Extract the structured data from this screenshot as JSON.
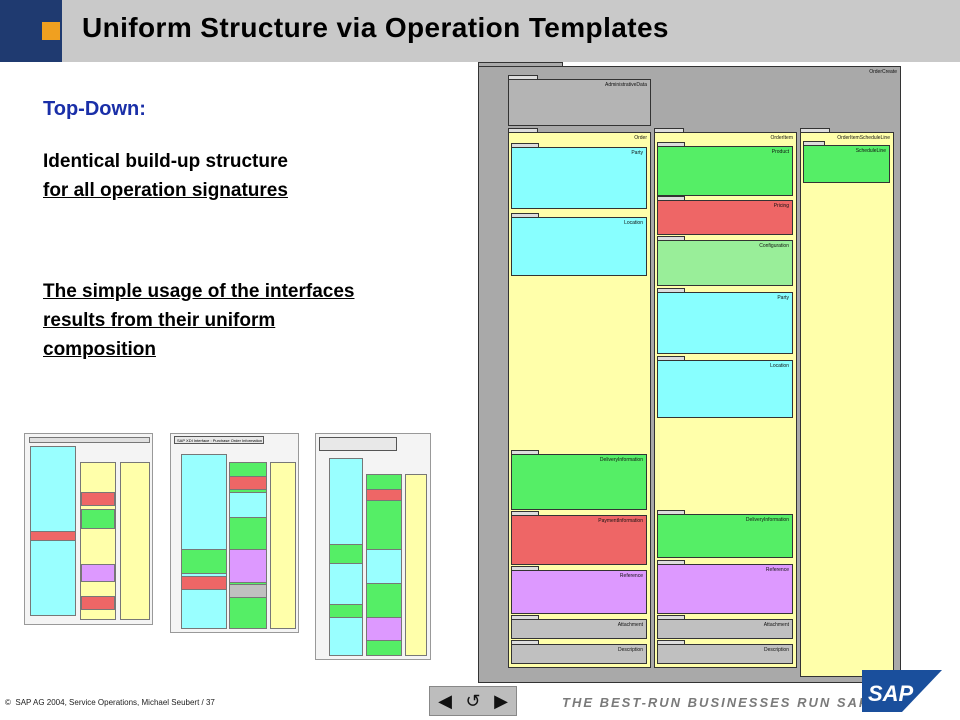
{
  "header": {
    "title": "Uniform Structure via Operation Templates"
  },
  "content": {
    "subtitle": "Top-Down:",
    "bullet1_line1": "Identical build-up structure",
    "bullet1_line2": "for all operation signatures",
    "bullet2_line1": "The simple usage of the interfaces",
    "bullet2_line2": "results from their uniform",
    "bullet2_line3": "composition"
  },
  "diagram": {
    "root_label": "OrderCreate",
    "admin_label": "AdministrativeData",
    "columns": [
      {
        "label": "Order",
        "items": [
          "Party",
          "Location",
          "DeliveryInformation",
          "PaymentInformation",
          "Reference",
          "Attachment",
          "Description"
        ]
      },
      {
        "label": "OrderItem",
        "items": [
          "Product",
          "Pricing",
          "Configuration",
          "Party",
          "Location",
          "DeliveryInformation",
          "Reference",
          "Attachment",
          "Description"
        ]
      },
      {
        "label": "OrderItemScheduleLine",
        "items": [
          "ScheduleLine"
        ]
      }
    ]
  },
  "colors": {
    "cyan": "#88ffff",
    "green": "#55ee66",
    "red": "#ee6666",
    "light_green": "#99ee99",
    "purple": "#dd99ff",
    "gray": "#c0c0c0",
    "yellow": "#ffffaa"
  },
  "thumbnails": {
    "thumb2_header": "SAP XDI Interface : Purchase Order Information"
  },
  "footer": {
    "copyright_symbol": "©",
    "copyright": "SAP AG 2004, Service Operations, Michael Seubert / 37",
    "tagline": "THE BEST-RUN BUSINESSES RUN SAP",
    "logo_text": "SAP"
  },
  "nav": {
    "prev": "◀",
    "return": "↺",
    "next": "▶"
  }
}
